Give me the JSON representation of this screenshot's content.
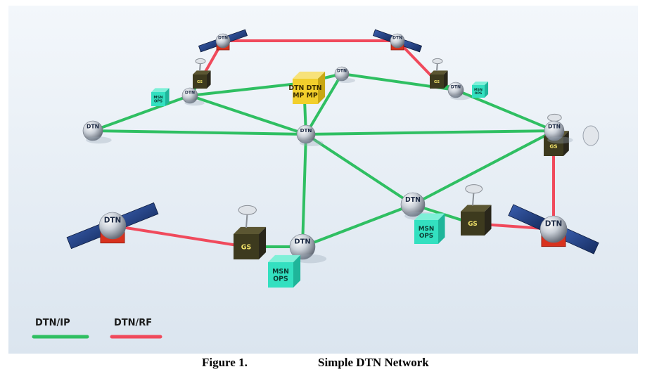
{
  "labels": {
    "node": "DTN",
    "ground_station": "GS",
    "mission_ops_line1": "MSN",
    "mission_ops_line2": "OPS",
    "mission_planning_line1": "DTN",
    "mission_planning_line2": "MP"
  },
  "legend": {
    "ip": {
      "label": "DTN/IP",
      "color": "#2fbf62"
    },
    "rf": {
      "label": "DTN/RF",
      "color": "#f04a5c"
    }
  },
  "caption": {
    "figure": "Figure 1.",
    "title": "Simple DTN Network"
  },
  "colors": {
    "background_top": "#eef3f9",
    "background_bottom": "#dfe8f1",
    "sphere": "#c8ced6",
    "gs_box": "#3d3a1e",
    "ops_box": "#33e0c0",
    "mp_box": "#f2cf2c",
    "satellite_base": "#d8321e",
    "solar_panel": "#1f3a78"
  }
}
